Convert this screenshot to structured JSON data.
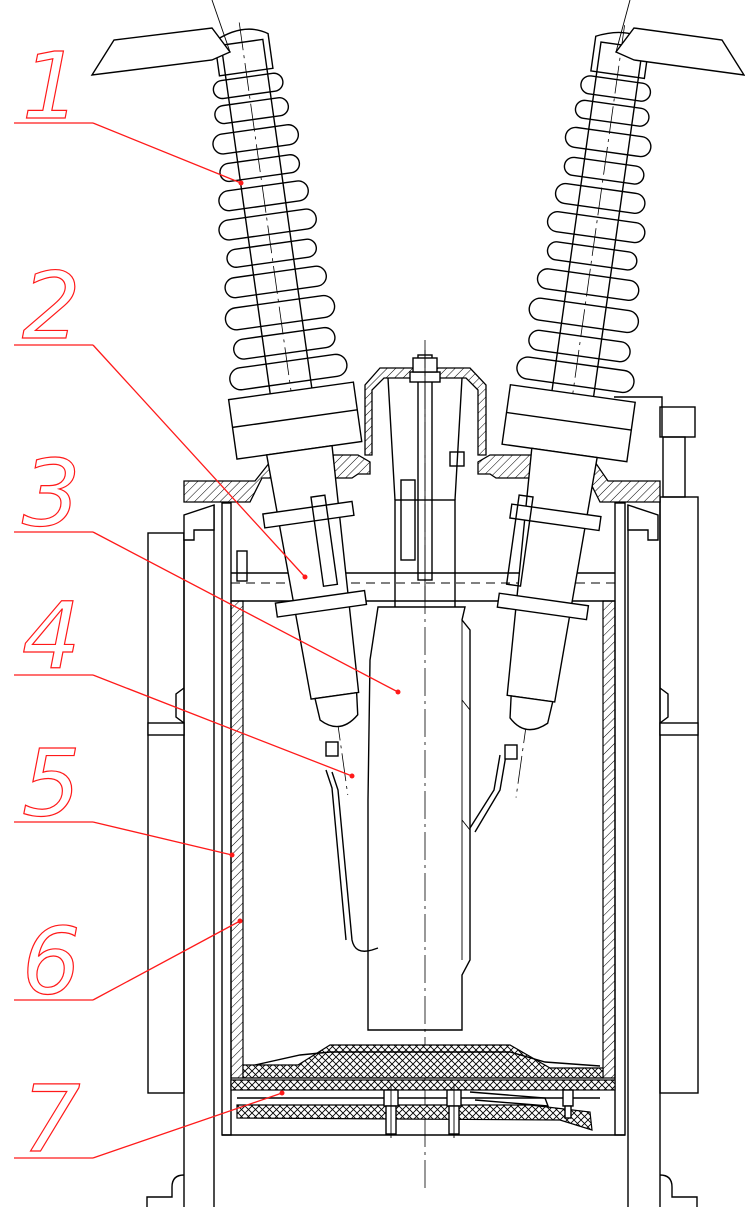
{
  "diagram": {
    "callouts": [
      {
        "label": "1"
      },
      {
        "label": "2"
      },
      {
        "label": "3"
      },
      {
        "label": "4"
      },
      {
        "label": "5"
      },
      {
        "label": "6"
      },
      {
        "label": "7"
      }
    ]
  },
  "colors": {
    "leader": "#ff1a1a",
    "ink": "#000000",
    "background": "#ffffff"
  }
}
